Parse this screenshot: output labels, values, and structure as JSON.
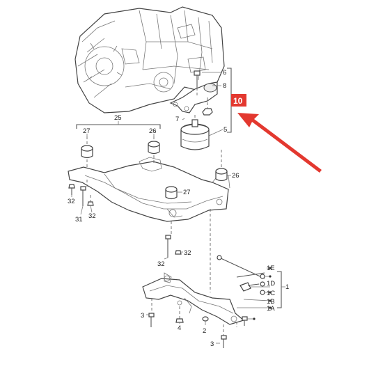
{
  "callout": {
    "label": "10",
    "color": "#e3382f"
  },
  "part_labels": {
    "p6": "6",
    "p8": "8",
    "p7": "7",
    "p5": "5",
    "p25": "25",
    "p27a": "27",
    "p26a": "26",
    "p26b": "26",
    "p27b": "27",
    "p32a": "32",
    "p31": "31",
    "p32b": "32",
    "p32c": "32",
    "p32d": "32",
    "p1E": "1E",
    "p1D": "1D",
    "p1": "1",
    "p1C": "1C",
    "p1B": "1B",
    "p1A": "1A",
    "p3a": "3",
    "p4": "4",
    "p2": "2",
    "p3b": "3"
  }
}
